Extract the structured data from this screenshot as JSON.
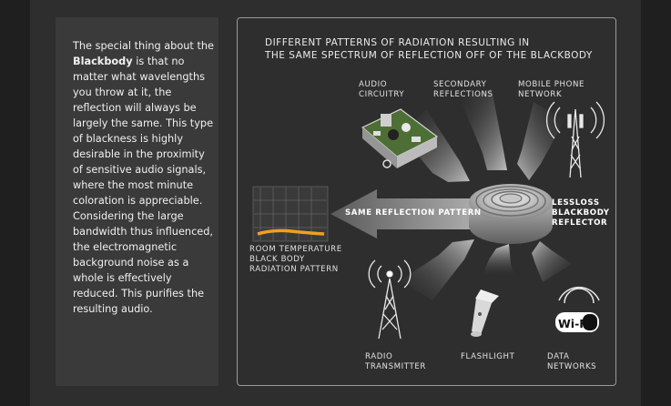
{
  "sidebar": {
    "text_before": "The special thing about the ",
    "text_bold": "Blackbody",
    "text_after": " is that no  matter what wavelengths you throw at it, the reflection will always be largely the same. This type of blackness is highly desirable in the proximity of sensitive audio signals, where the most minute coloration is appreciable. Considering the large bandwidth thus influenced, the electromagnetic background noise as a whole is effectively reduced. This purifies the resulting audio."
  },
  "diagram": {
    "title_line1": "DIFFERENT PATTERNS OF RADIATION RESULTING IN",
    "title_line2": "THE SAME SPECTRUM OF REFLECTION OFF OF THE BLACKBODY",
    "sources": {
      "audio_circuitry": "AUDIO\nCIRCUITRY",
      "secondary_reflections": "SECONDARY\nREFLECTIONS",
      "mobile_phone_network": "MOBILE PHONE\nNETWORK",
      "radio_transmitter": "RADIO\nTRANSMITTER",
      "flashlight": "FLASHLIGHT",
      "data_networks": "DATA\nNETWORKS"
    },
    "reflector_label": "LESSLOSS\nBLACKBODY\nREFLECTOR",
    "reflection_label": "SAME REFLECTION PATTERN",
    "room_label": "ROOM TEMPERATURE\nBLACK BODY\nRADIATION PATTERN",
    "wifi_text": "Wi-Fi",
    "colors": {
      "background": "#2e2e2e",
      "panel_border": "#9a9a9a",
      "pattern": "#f0a020",
      "arrow": "#9c9c9c"
    }
  }
}
